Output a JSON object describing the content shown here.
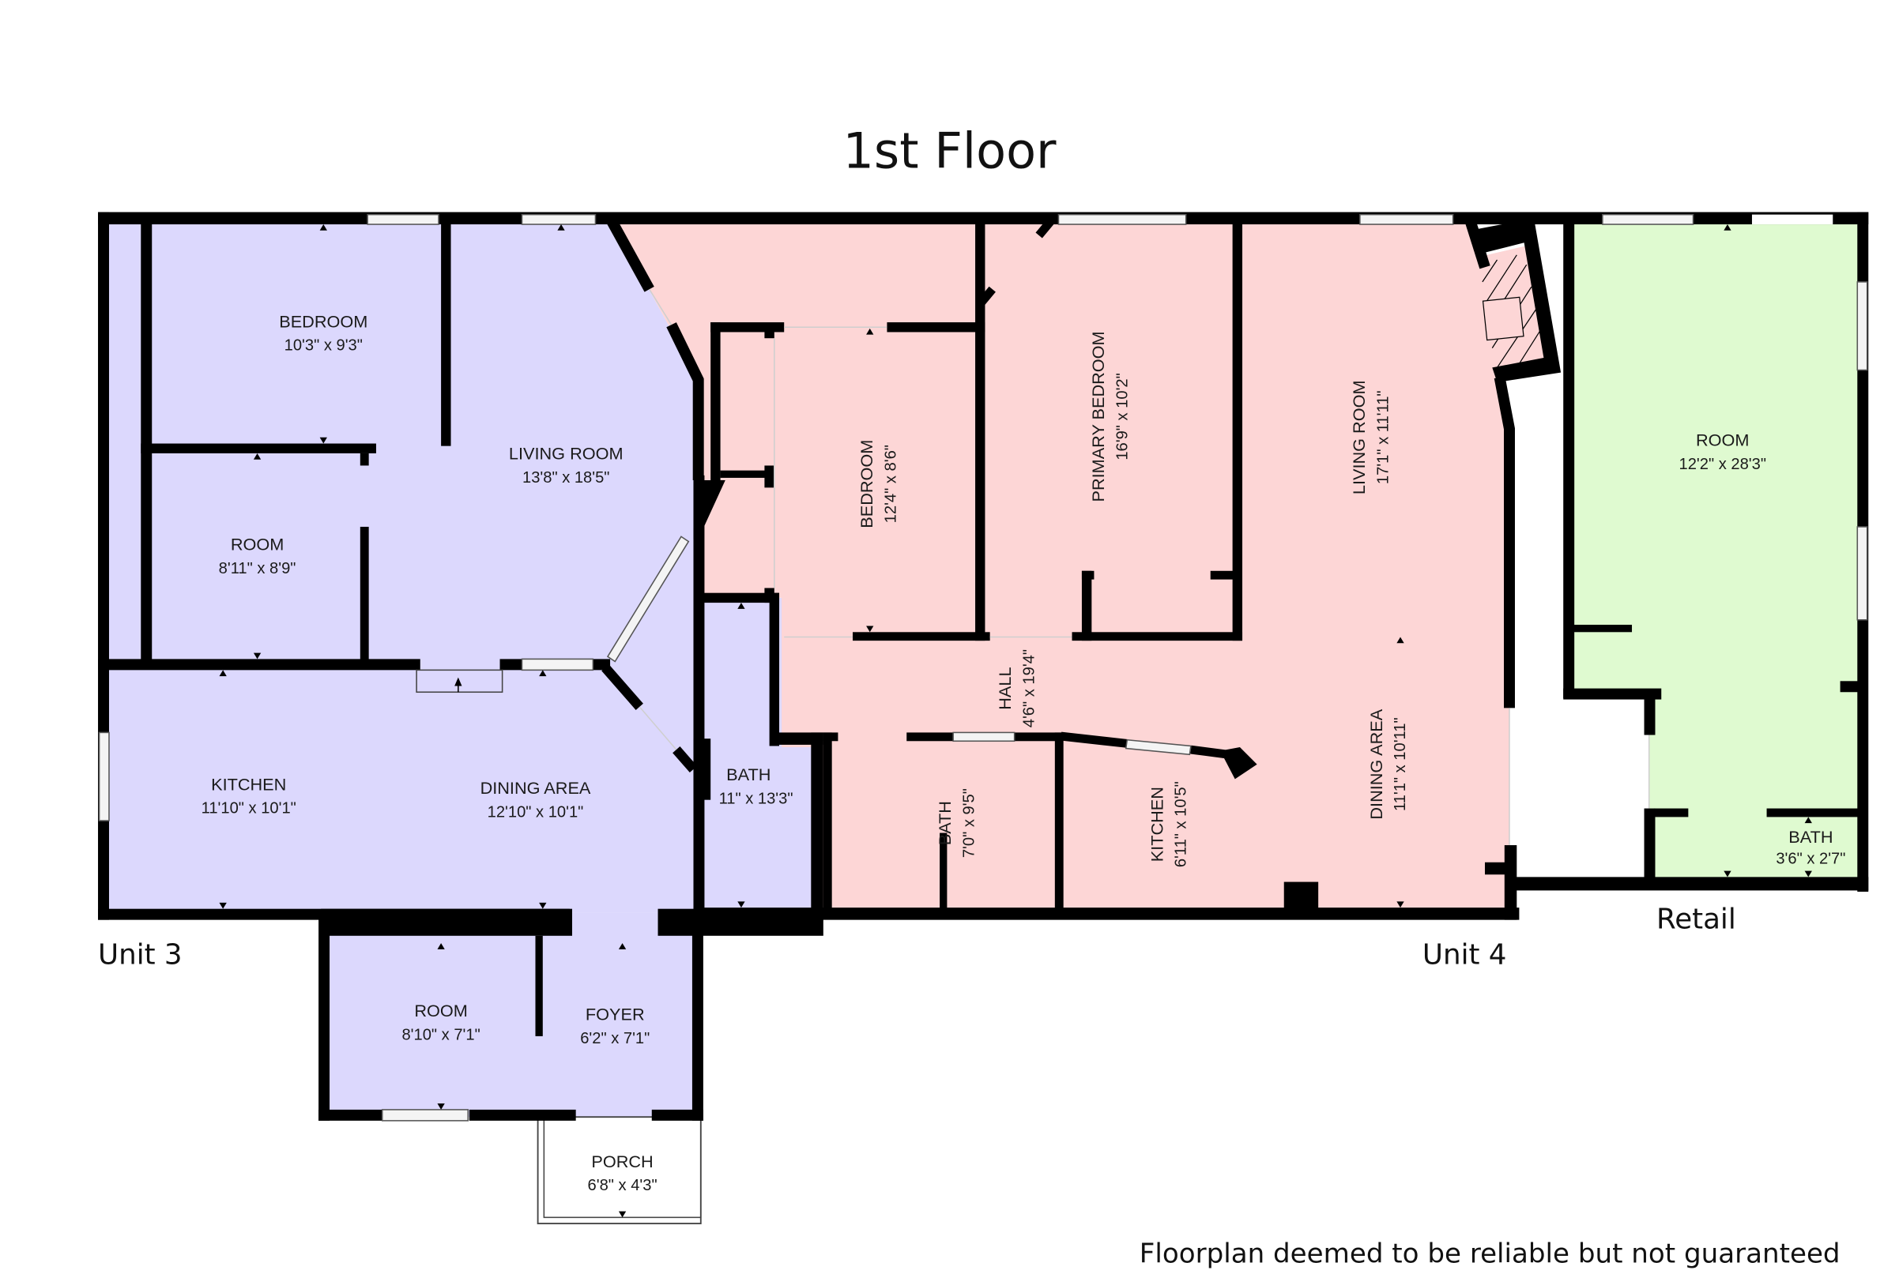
{
  "title": "1st Floor",
  "disclaimer": "Floorplan deemed to be reliable but not guaranteed",
  "colors": {
    "unit3_fill": "#dcd8fd",
    "unit4_fill": "#fdd6d6",
    "retail_fill": "#dffad0",
    "wall": "#000000",
    "fireplace_fill": "#fdd6d6"
  },
  "units": [
    {
      "label": "Unit 3",
      "rooms": [
        {
          "name": "BEDROOM",
          "dims": "10'3\" x 9'3\""
        },
        {
          "name": "ROOM",
          "dims": "8'11\" x 8'9\""
        },
        {
          "name": "LIVING ROOM",
          "dims": "13'8\" x 18'5\""
        },
        {
          "name": "KITCHEN",
          "dims": "11'10\" x 10'1\""
        },
        {
          "name": "DINING AREA",
          "dims": "12'10\" x 10'1\""
        },
        {
          "name": "BATH",
          "dims": "11\" x 13'3\""
        },
        {
          "name": "ROOM",
          "dims": "8'10\" x 7'1\""
        },
        {
          "name": "FOYER",
          "dims": "6'2\" x 7'1\""
        },
        {
          "name": "PORCH",
          "dims": "6'8\" x 4'3\""
        }
      ]
    },
    {
      "label": "Unit 4",
      "rooms": [
        {
          "name": "BEDROOM",
          "dims": "12'4\" x 8'6\""
        },
        {
          "name": "PRIMARY BEDROOM",
          "dims": "16'9\" x 10'2\""
        },
        {
          "name": "LIVING ROOM",
          "dims": "17'1\" x 11'11\""
        },
        {
          "name": "HALL",
          "dims": "4'6\" x 19'4\""
        },
        {
          "name": "BATH",
          "dims": "7'0\" x 9'5\""
        },
        {
          "name": "KITCHEN",
          "dims": "6'11\" x 10'5\""
        },
        {
          "name": "DINING AREA",
          "dims": "11'1\" x 10'11\""
        }
      ]
    },
    {
      "label": "Retail",
      "rooms": [
        {
          "name": "ROOM",
          "dims": "12'2\" x 28'3\""
        },
        {
          "name": "BATH",
          "dims": "3'6\" x 2'7\""
        }
      ]
    }
  ]
}
